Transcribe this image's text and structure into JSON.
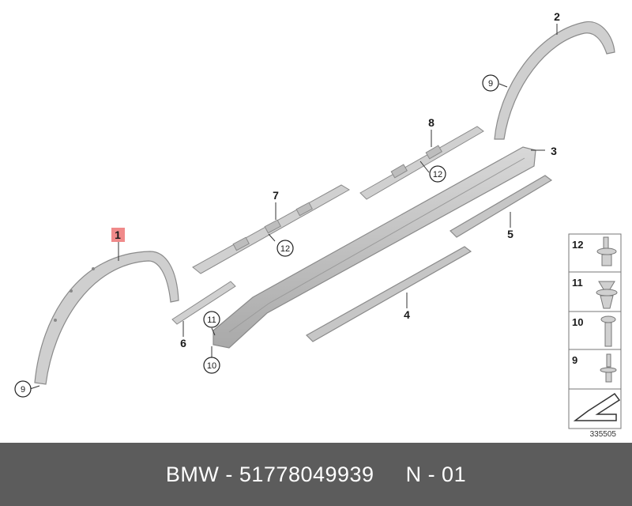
{
  "callouts": {
    "c1": "1",
    "c2": "2",
    "c3": "3",
    "c4": "4",
    "c5": "5",
    "c6": "6",
    "c7": "7",
    "c8": "8",
    "c9_top": "9",
    "c9_bottom": "9",
    "c10": "10",
    "c11": "11",
    "c12_a": "12",
    "c12_b": "12"
  },
  "legend": {
    "items": [
      "12",
      "11",
      "10",
      "9"
    ]
  },
  "diagram_ref": "335505",
  "footer": {
    "brand": "BMW",
    "part_number": "51778049939",
    "note": "N - 01",
    "text": "BMW - 51778049939     N - 01"
  },
  "colors": {
    "part_fill": "#c9c9c9",
    "part_stroke": "#8a8a8a",
    "highlight": "#f08a8a",
    "footer_bg": "#5c5c5c"
  }
}
